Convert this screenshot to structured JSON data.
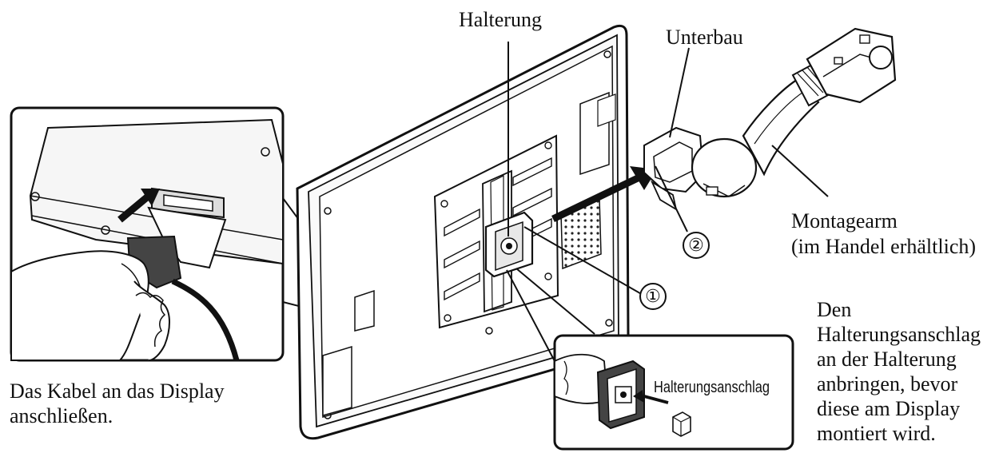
{
  "labels": {
    "bracket": "Halterung",
    "base": "Unterbau",
    "mount_arm_line1": "Montagearm",
    "mount_arm_line2": "(im Handel erhältlich)",
    "bracket_stop_inset": "Halterungsanschlag",
    "callout_1": "①",
    "callout_2": "②"
  },
  "captions": {
    "left_line1": "Das Kabel an das Display",
    "left_line2": "anschließen.",
    "right_line1": "Den",
    "right_line2": "Halterungsanschlag",
    "right_line3": "an der Halterung",
    "right_line4": "anbringen, bevor",
    "right_line5": "diese am Display",
    "right_line6": "montiert wird."
  }
}
